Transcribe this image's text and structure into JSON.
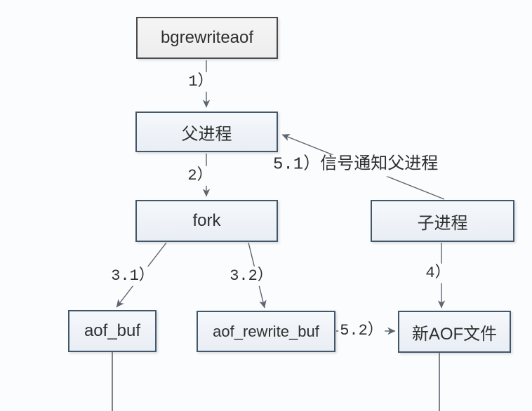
{
  "diagram": {
    "background": "#fbfcfd",
    "colors": {
      "box_border_blue": "#44566a",
      "box_border_gray": "#4a4a4a",
      "box_fill_top": "#f5f8fb",
      "box_fill_bottom": "#e9eef5",
      "connector": "#5c6670",
      "text": "#2f2f2f"
    },
    "nodes": [
      {
        "id": "bgrewriteaof",
        "label": "bgrewriteaof"
      },
      {
        "id": "parent-process",
        "label": "父进程"
      },
      {
        "id": "fork",
        "label": "fork"
      },
      {
        "id": "child-process",
        "label": "子进程"
      },
      {
        "id": "aof-buf",
        "label": "aof_buf"
      },
      {
        "id": "aof-rewrite-buf",
        "label": "aof_rewrite_buf"
      },
      {
        "id": "new-aof-file",
        "label": "新AOF文件"
      }
    ],
    "edge_labels": [
      {
        "id": "step-1",
        "text": "1）"
      },
      {
        "id": "step-2",
        "text": "2）"
      },
      {
        "id": "step-3-1",
        "text": "3.1）"
      },
      {
        "id": "step-3-2",
        "text": "3.2）"
      },
      {
        "id": "step-4",
        "text": "4）"
      },
      {
        "id": "step-5-1",
        "text": "5.1）信号通知父进程"
      },
      {
        "id": "step-5-2",
        "text": "5.2）"
      }
    ]
  }
}
